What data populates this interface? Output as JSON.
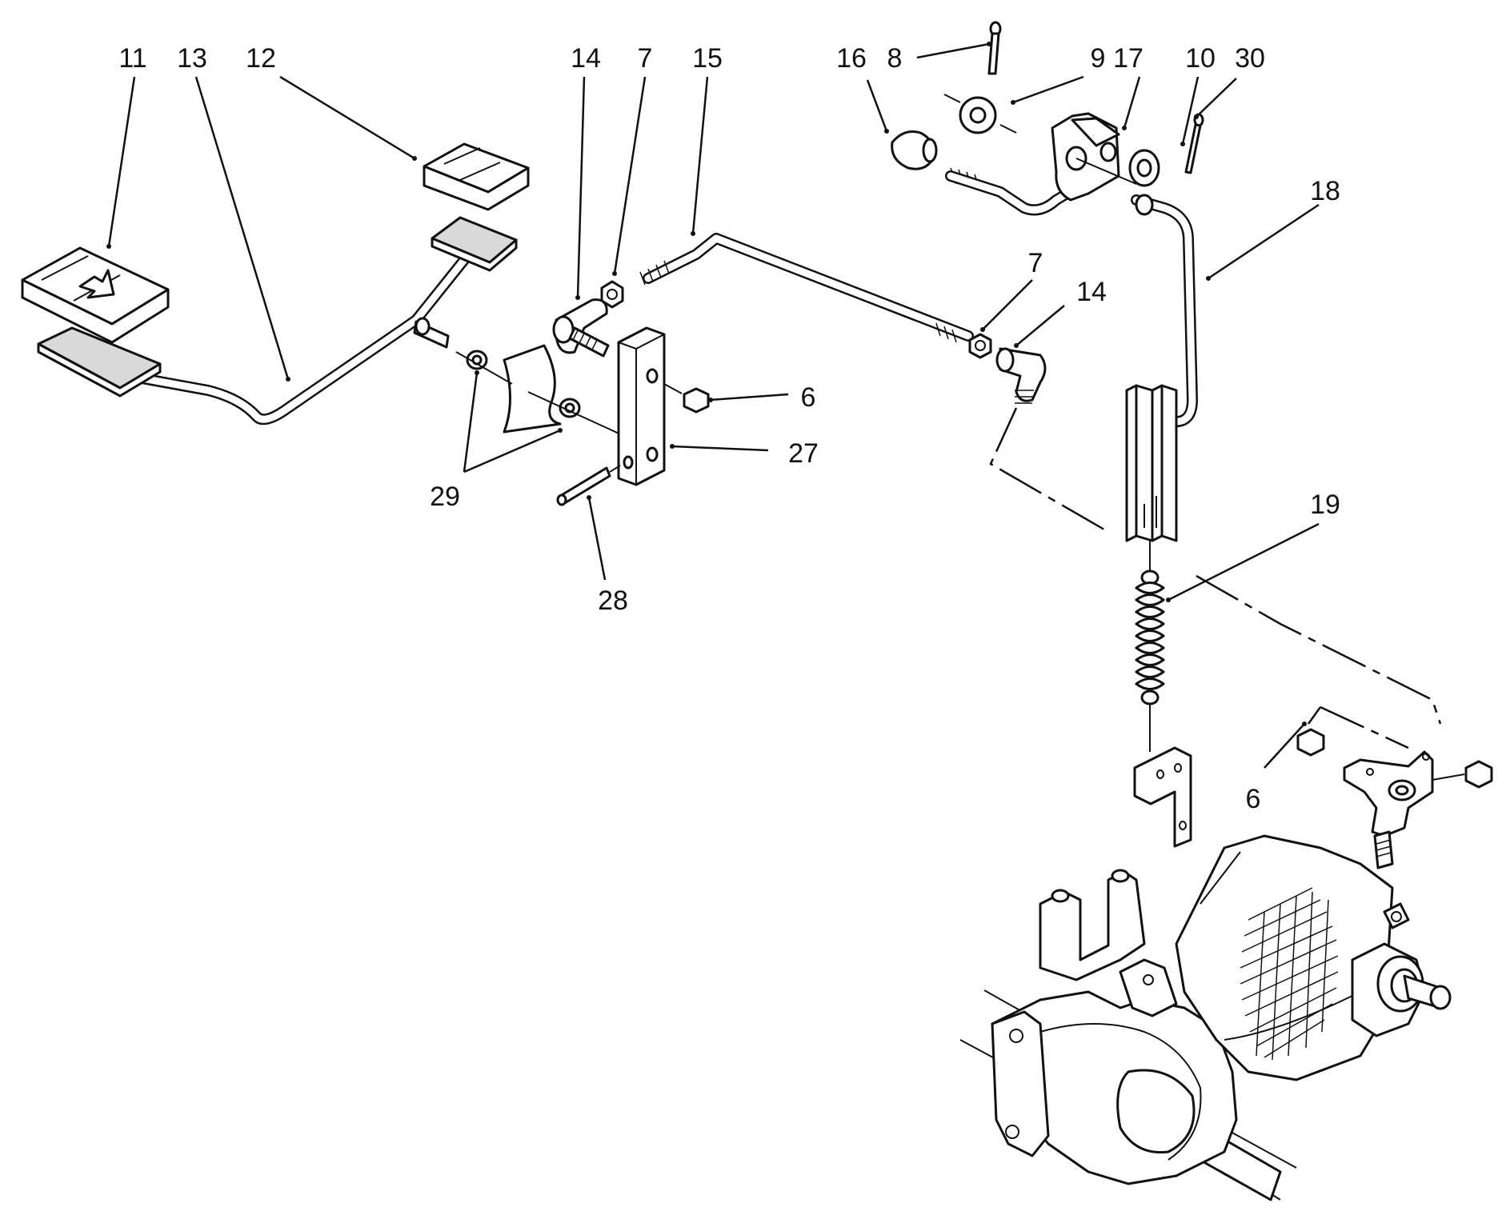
{
  "diagram": {
    "callouts": [
      {
        "id": "c11a",
        "text": "11"
      },
      {
        "id": "c13",
        "text": "13"
      },
      {
        "id": "c12",
        "text": "12"
      },
      {
        "id": "c14a",
        "text": "14"
      },
      {
        "id": "c7a",
        "text": "7"
      },
      {
        "id": "c15",
        "text": "15"
      },
      {
        "id": "c16",
        "text": "16"
      },
      {
        "id": "c8",
        "text": "8"
      },
      {
        "id": "c9",
        "text": "9"
      },
      {
        "id": "c17",
        "text": "17"
      },
      {
        "id": "c10",
        "text": "10"
      },
      {
        "id": "c30",
        "text": "30"
      },
      {
        "id": "c18",
        "text": "18"
      },
      {
        "id": "c7b",
        "text": "7"
      },
      {
        "id": "c14b",
        "text": "14"
      },
      {
        "id": "c6a",
        "text": "6"
      },
      {
        "id": "c27",
        "text": "27"
      },
      {
        "id": "c29",
        "text": "29"
      },
      {
        "id": "c28",
        "text": "28"
      },
      {
        "id": "c19",
        "text": "19"
      },
      {
        "id": "c6b",
        "text": "6"
      }
    ]
  }
}
